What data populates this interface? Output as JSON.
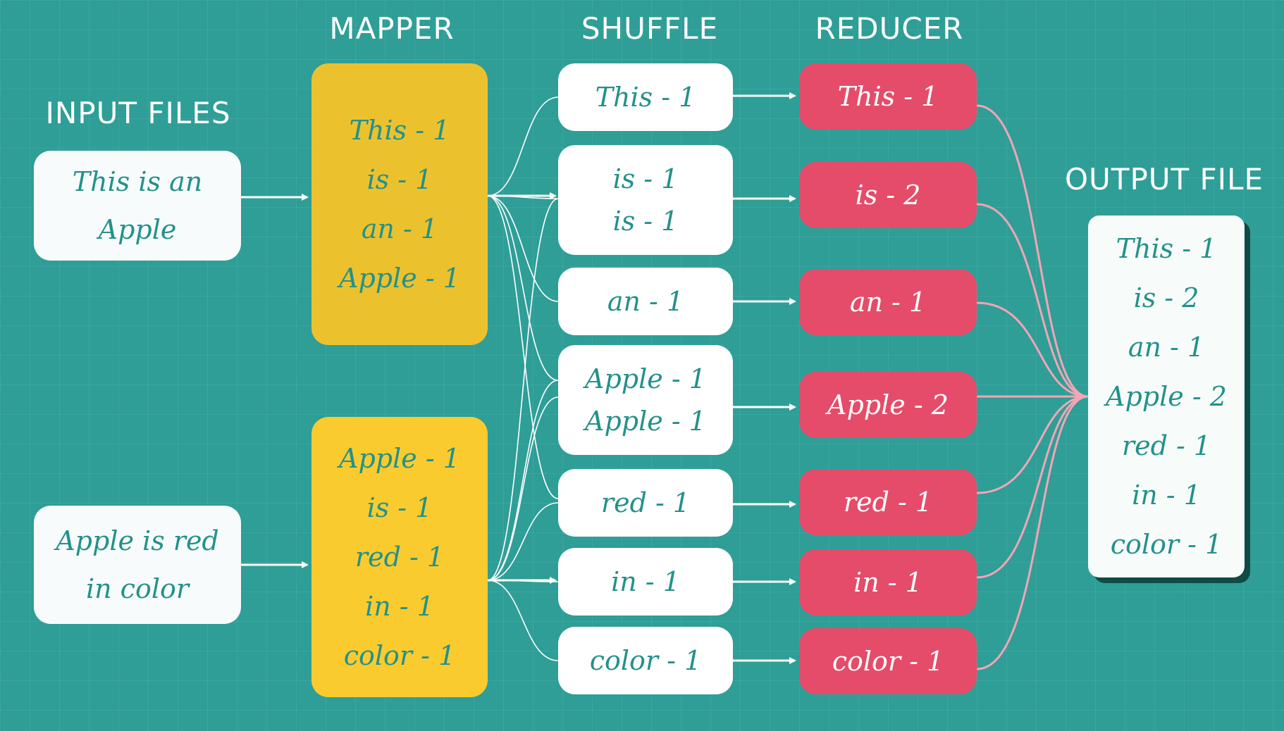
{
  "headers": {
    "input": "INPUT FILES",
    "mapper": "MAPPER",
    "shuffle": "SHUFFLE",
    "reducer": "REDUCER",
    "output": "OUTPUT FILE"
  },
  "input_files": [
    [
      "This is an",
      "Apple"
    ],
    [
      "Apple is red",
      "in color"
    ]
  ],
  "mappers": [
    [
      "This - 1",
      "is - 1",
      "an - 1",
      "Apple - 1"
    ],
    [
      "Apple - 1",
      "is - 1",
      "red - 1",
      "in - 1",
      "color - 1"
    ]
  ],
  "shuffle": [
    [
      "This - 1"
    ],
    [
      "is - 1",
      "is - 1"
    ],
    [
      "an - 1"
    ],
    [
      "Apple - 1",
      "Apple - 1"
    ],
    [
      "red - 1"
    ],
    [
      "in - 1"
    ],
    [
      "color - 1"
    ]
  ],
  "reducers": [
    "This - 1",
    "is - 2",
    "an - 1",
    "Apple - 2",
    "red - 1",
    "in - 1",
    "color - 1"
  ],
  "output_file": [
    "This - 1",
    "is - 2",
    "an - 1",
    "Apple - 2",
    "red - 1",
    "in - 1",
    "color - 1"
  ],
  "colors": {
    "background": "#2e9e97",
    "mapper": "#ecc12e",
    "reducer": "#e54c6a",
    "text_teal": "#23918a",
    "reducer_link": "#f3a5b5"
  }
}
